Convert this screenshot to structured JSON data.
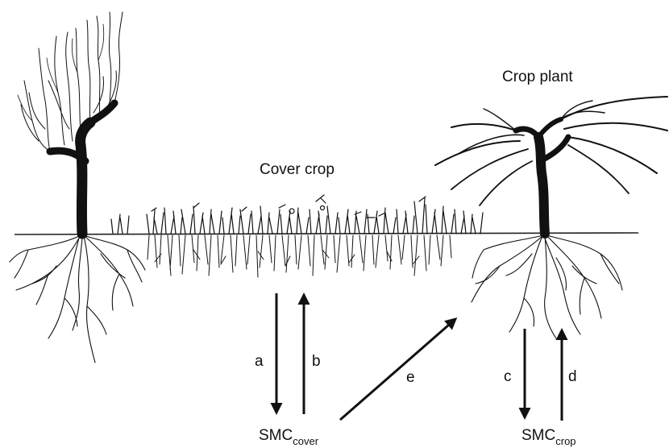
{
  "labels": {
    "crop_plant": "Crop plant",
    "cover_crop": "Cover crop"
  },
  "pools": {
    "cover": {
      "base": "SMC",
      "sub": "cover"
    },
    "crop": {
      "base": "SMC",
      "sub": "crop"
    }
  },
  "arrows": {
    "a": "a",
    "b": "b",
    "c": "c",
    "d": "d",
    "e": "e"
  },
  "colors": {
    "ink": "#111111",
    "background": "#ffffff"
  }
}
